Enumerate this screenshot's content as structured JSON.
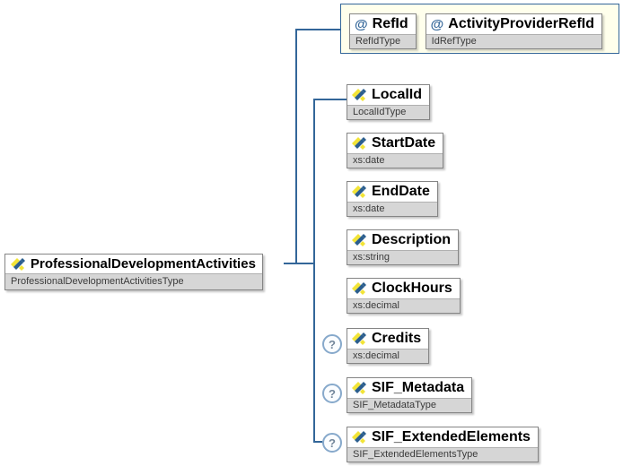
{
  "diagram": {
    "root": {
      "label": "ProfessionalDevelopmentActivities",
      "type": "ProfessionalDevelopmentActivitiesType"
    },
    "attribute_group": {
      "items": [
        {
          "marker": "@",
          "label": "RefId",
          "type": "RefIdType"
        },
        {
          "marker": "@",
          "label": "ActivityProviderRefId",
          "type": "IdRefType"
        }
      ]
    },
    "children": [
      {
        "label": "LocalId",
        "type": "LocalIdType",
        "optional": false
      },
      {
        "label": "StartDate",
        "type": "xs:date",
        "optional": false
      },
      {
        "label": "EndDate",
        "type": "xs:date",
        "optional": false
      },
      {
        "label": "Description",
        "type": "xs:string",
        "optional": false
      },
      {
        "label": "ClockHours",
        "type": "xs:decimal",
        "optional": false
      },
      {
        "label": "Credits",
        "type": "xs:decimal",
        "optional": true
      },
      {
        "label": "SIF_Metadata",
        "type": "SIF_MetadataType",
        "optional": true
      },
      {
        "label": "SIF_ExtendedElements",
        "type": "SIF_ExtendedElementsType",
        "optional": true
      }
    ],
    "optional_marker": "?",
    "colors": {
      "connector": "#336699",
      "attr_group_bg": "#FFFFEC",
      "box_border": "#858585",
      "subtitle_bg": "#D6D6D6",
      "icon_yellow": "#F2E437",
      "icon_blue": "#2B5E8E"
    }
  }
}
